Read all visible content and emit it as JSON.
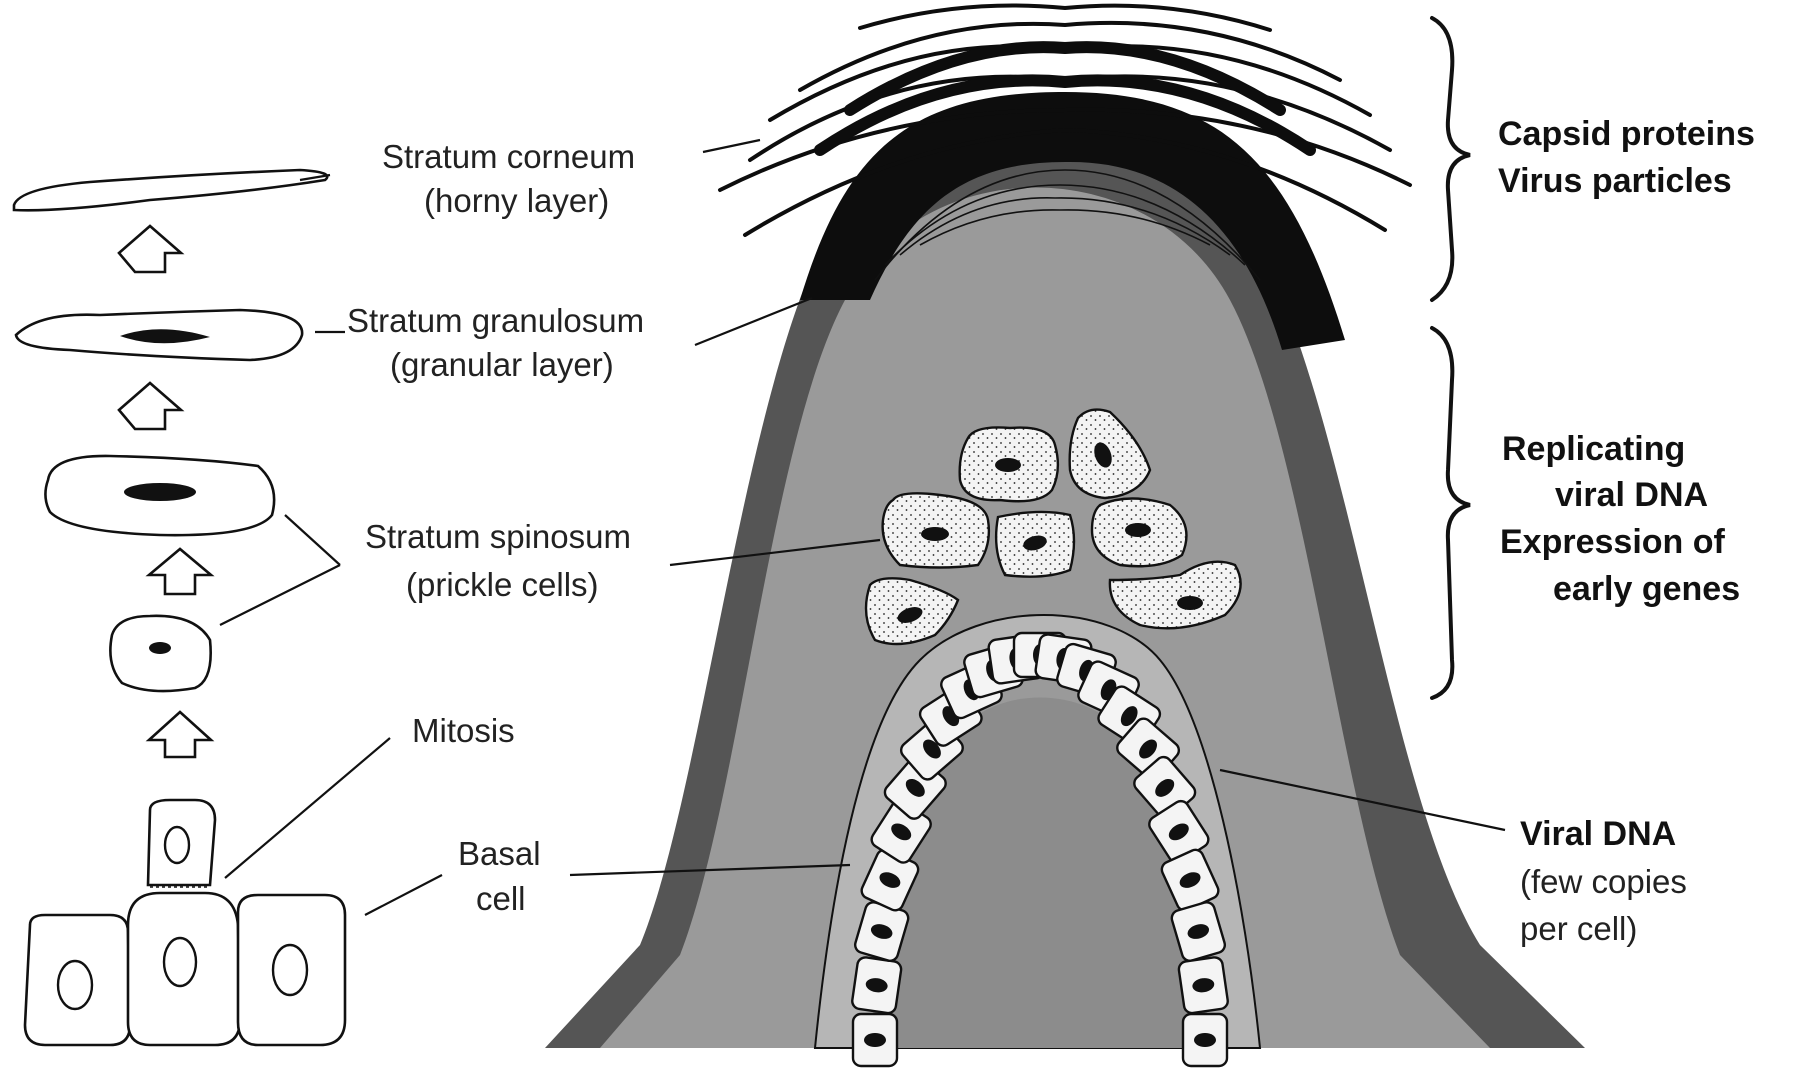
{
  "layer_labels": {
    "corneum": {
      "name": "Stratum corneum",
      "note": "(horny layer)"
    },
    "granulosum": {
      "name": "Stratum granulosum",
      "note": "(granular layer)"
    },
    "spinosum": {
      "name": "Stratum spinosum",
      "note": "(prickle cells)"
    },
    "mitosis": "Mitosis",
    "basal": {
      "line1": "Basal",
      "line2": "cell"
    }
  },
  "stage_labels": {
    "late": {
      "line1": "Capsid proteins",
      "line2": "Virus particles"
    },
    "middle": {
      "line1": "Replicating",
      "line2": "viral DNA",
      "line3": "Expression of",
      "line4": "early genes"
    },
    "early": {
      "line1": "Viral DNA",
      "line2": "(few copies",
      "line3": "per cell)"
    }
  },
  "colors": {
    "dermis_gray": "#8c8c8c",
    "epidermis_gray": "#9a9a9a",
    "granular_dark": "#555555",
    "corneum_black": "#0d0d0d"
  }
}
